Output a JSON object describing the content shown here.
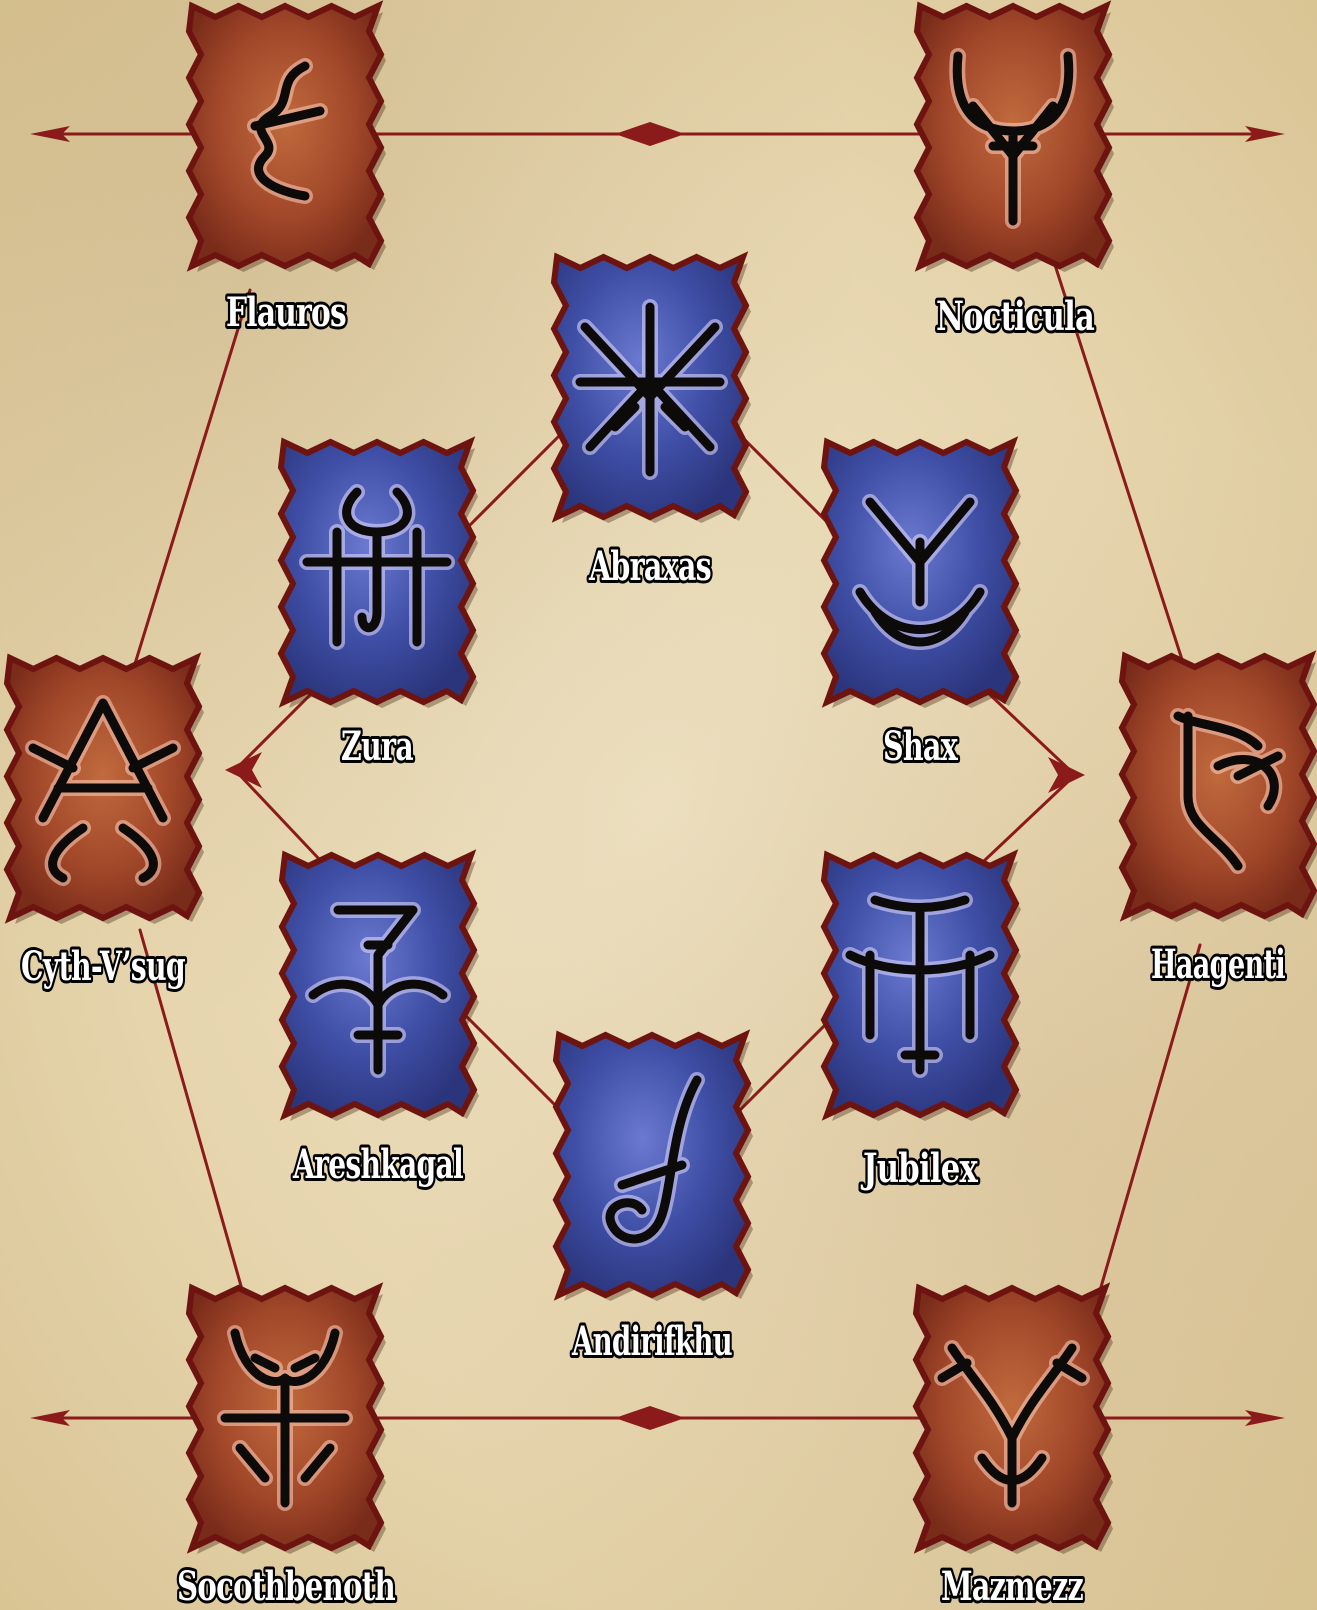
{
  "colors": {
    "parchment": "#e9dab7",
    "line": "#8b1a1a",
    "outer_tile": "#a2482a",
    "inner_tile": "#3f4fa6",
    "tile_border": "#6e1410",
    "glyph": "#0d0a0a",
    "label_fill": "#ffffff",
    "label_outline": "#000000"
  },
  "nodes": [
    {
      "id": "flauros",
      "name": "Flauros",
      "ring": "outer",
      "glyph": "sigil-flauros-icon"
    },
    {
      "id": "nocticula",
      "name": "Nocticula",
      "ring": "outer",
      "glyph": "sigil-nocticula-icon"
    },
    {
      "id": "abraxas",
      "name": "Abraxas",
      "ring": "inner",
      "glyph": "sigil-abraxas-icon"
    },
    {
      "id": "zura",
      "name": "Zura",
      "ring": "inner",
      "glyph": "sigil-zura-icon"
    },
    {
      "id": "shax",
      "name": "Shax",
      "ring": "inner",
      "glyph": "sigil-shax-icon"
    },
    {
      "id": "cyth-vsug",
      "name": "Cyth-V’sug",
      "ring": "outer",
      "glyph": "sigil-cyth-vsug-icon"
    },
    {
      "id": "haagenti",
      "name": "Haagenti",
      "ring": "outer",
      "glyph": "sigil-haagenti-icon"
    },
    {
      "id": "areshkagal",
      "name": "Areshkagal",
      "ring": "inner",
      "glyph": "sigil-areshkagal-icon"
    },
    {
      "id": "jubilex",
      "name": "Jubilex",
      "ring": "inner",
      "glyph": "sigil-jubilex-icon"
    },
    {
      "id": "andirifkhu",
      "name": "Andirifkhu",
      "ring": "inner",
      "glyph": "sigil-andirifkhu-icon"
    },
    {
      "id": "socothbenoth",
      "name": "Socothbenoth",
      "ring": "outer",
      "glyph": "sigil-socothbenoth-icon"
    },
    {
      "id": "mazmezz",
      "name": "Mazmezz",
      "ring": "outer",
      "glyph": "sigil-mazmezz-icon"
    }
  ],
  "edges": [
    [
      "flauros",
      "nocticula"
    ],
    [
      "socothbenoth",
      "mazmezz"
    ],
    [
      "flauros",
      "cyth-vsug"
    ],
    [
      "cyth-vsug",
      "socothbenoth"
    ],
    [
      "nocticula",
      "haagenti"
    ],
    [
      "haagenti",
      "mazmezz"
    ],
    [
      "abraxas",
      "zura"
    ],
    [
      "abraxas",
      "shax"
    ],
    [
      "areshkagal",
      "andirifkhu"
    ],
    [
      "jubilex",
      "andirifkhu"
    ]
  ]
}
